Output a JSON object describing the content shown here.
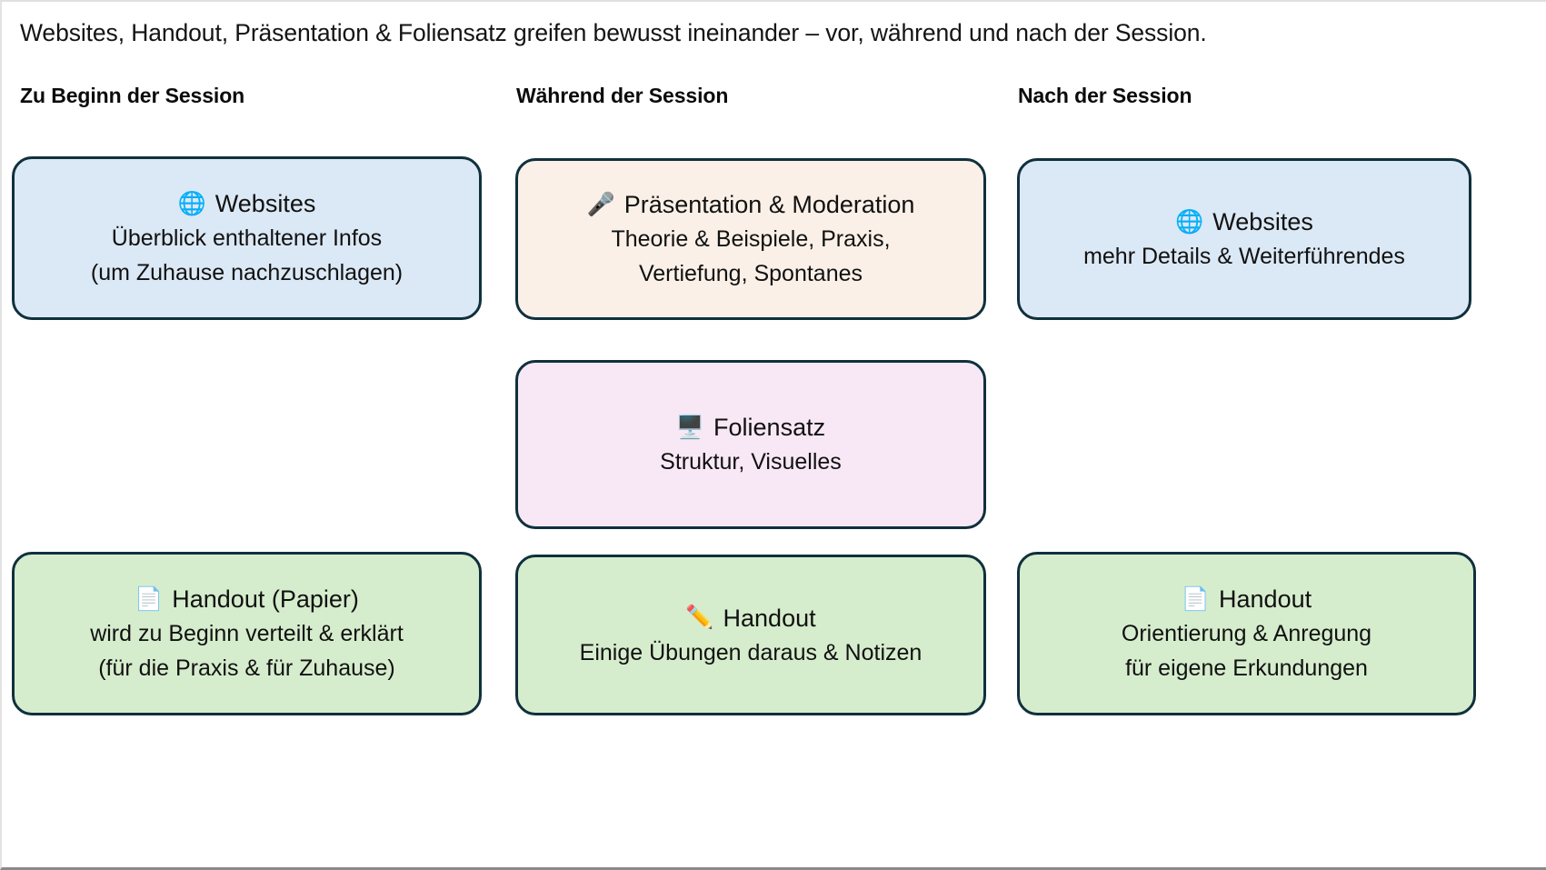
{
  "intro": {
    "text": "Websites, Handout, Präsentation & Foliensatz greifen bewusst ineinander – vor, während und nach der Session."
  },
  "columns": [
    {
      "heading": "Zu Beginn der Session"
    },
    {
      "heading": "Während der Session"
    },
    {
      "heading": "Nach der Session"
    }
  ],
  "cards": {
    "websites_start": {
      "icon": "globe-icon",
      "emoji": "🌐",
      "title": "Websites",
      "body": "Überblick enthaltener Infos\n(um Zuhause nachzuschlagen)",
      "fill": "#dbe8f5",
      "border": "#10303d"
    },
    "praesentation": {
      "icon": "microphone-icon",
      "emoji": "🎤",
      "title": "Präsentation & Moderation",
      "body": "Theorie & Beispiele, Praxis,\nVertiefung, Spontanes",
      "fill": "#fbf0e8",
      "border": "#10303d"
    },
    "websites_end": {
      "icon": "globe-icon",
      "emoji": "🌐",
      "title": "Websites",
      "body": "mehr Details & Weiterführendes",
      "fill": "#dbe8f5",
      "border": "#10303d"
    },
    "foliensatz": {
      "icon": "desktop-computer-icon",
      "emoji": "🖥️",
      "title": "Foliensatz",
      "body": "Struktur, Visuelles",
      "fill": "#f8e8f6",
      "border": "#10303d"
    },
    "handout_paper": {
      "icon": "page-document-icon",
      "emoji": "📄",
      "title": "Handout (Papier)",
      "body": "wird zu Beginn verteilt & erklärt\n(für die Praxis & für Zuhause)",
      "fill": "#d6edcd",
      "border": "#10303d"
    },
    "handout_mid": {
      "icon": "pencil-icon",
      "emoji": "✏️",
      "title": "Handout",
      "body": "Einige Übungen daraus & Notizen",
      "fill": "#d6edcd",
      "border": "#10303d"
    },
    "handout_end": {
      "icon": "page-document-icon",
      "emoji": "📄",
      "title": "Handout",
      "body": "Orientierung & Anregung\nfür eigene Erkundungen",
      "fill": "#d6edcd",
      "border": "#10303d"
    }
  }
}
